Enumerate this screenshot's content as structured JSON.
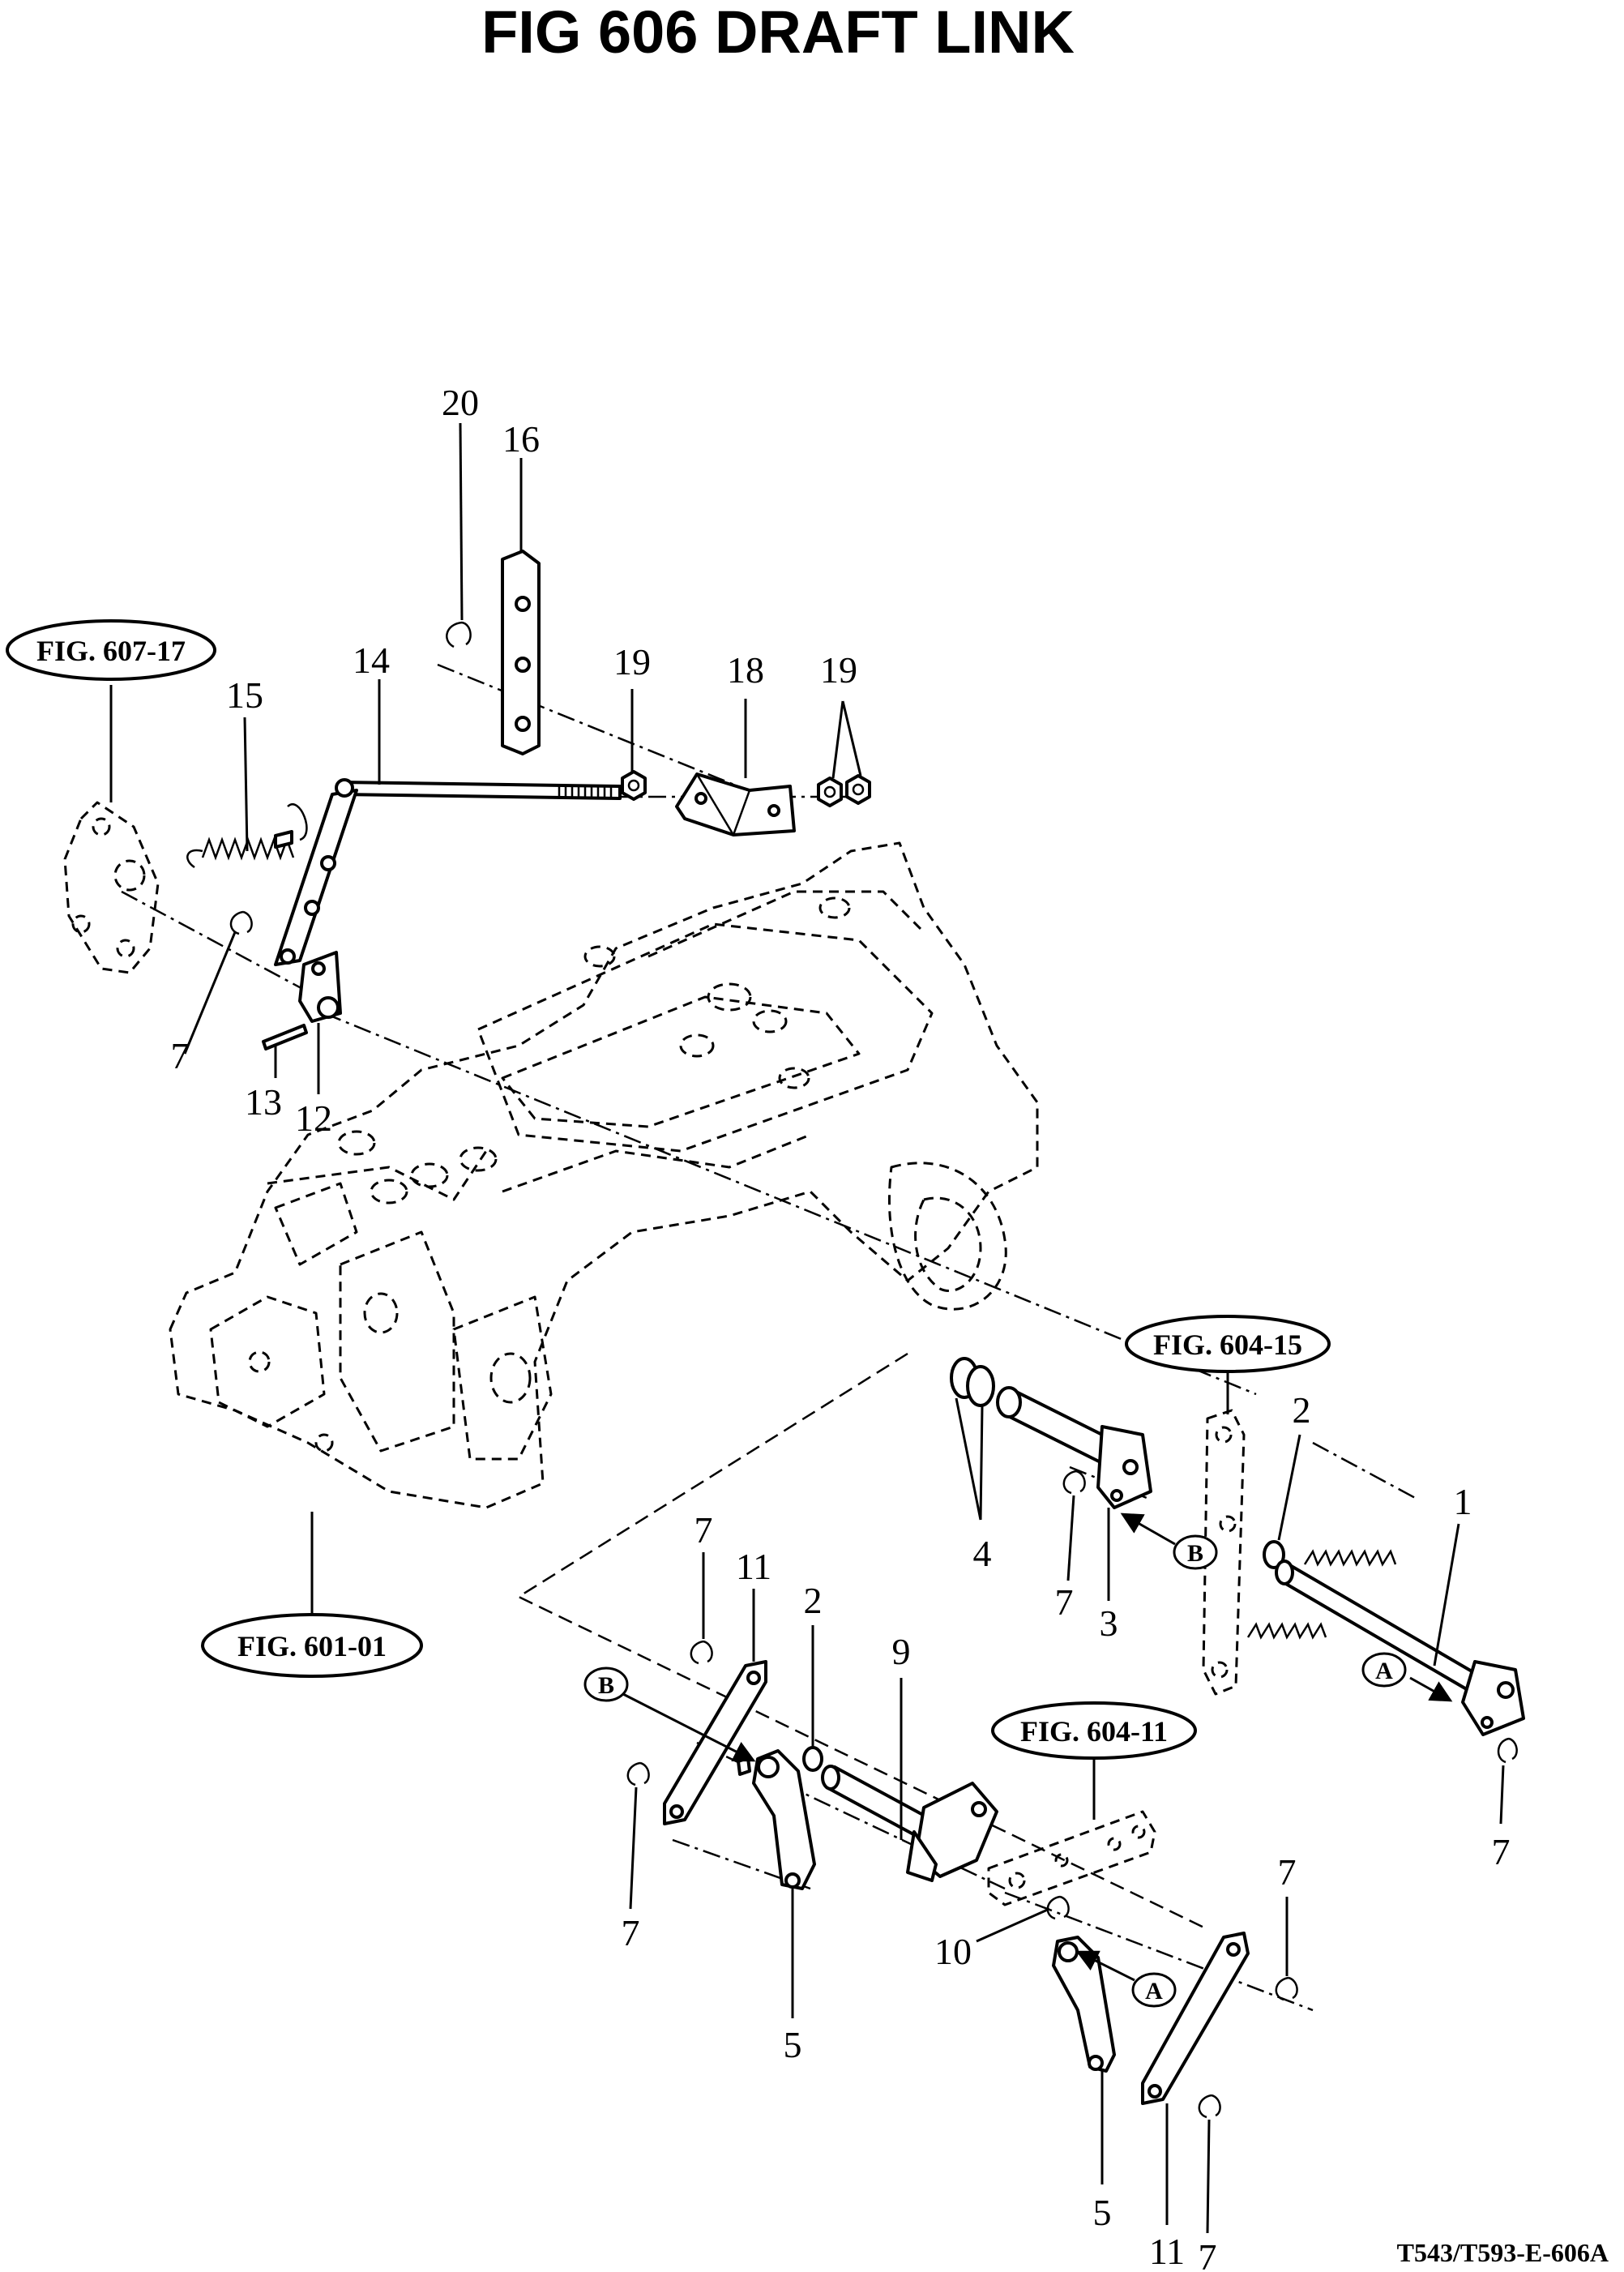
{
  "title": "FIG 606 DRAFT LINK",
  "drawing_code": "T543/T593-E-606A",
  "figure_refs": [
    "FIG. 607-17",
    "FIG. 601-01",
    "FIG. 604-15",
    "FIG. 604-11"
  ],
  "callouts": [
    "20",
    "16",
    "14",
    "15",
    "19",
    "18",
    "19",
    "7",
    "13",
    "12",
    "4",
    "7",
    "3",
    "2",
    "1",
    "7",
    "11",
    "2",
    "9",
    "7",
    "5",
    "10",
    "5",
    "11",
    "7",
    "7"
  ],
  "markers": [
    "A",
    "B",
    "B",
    "A"
  ]
}
